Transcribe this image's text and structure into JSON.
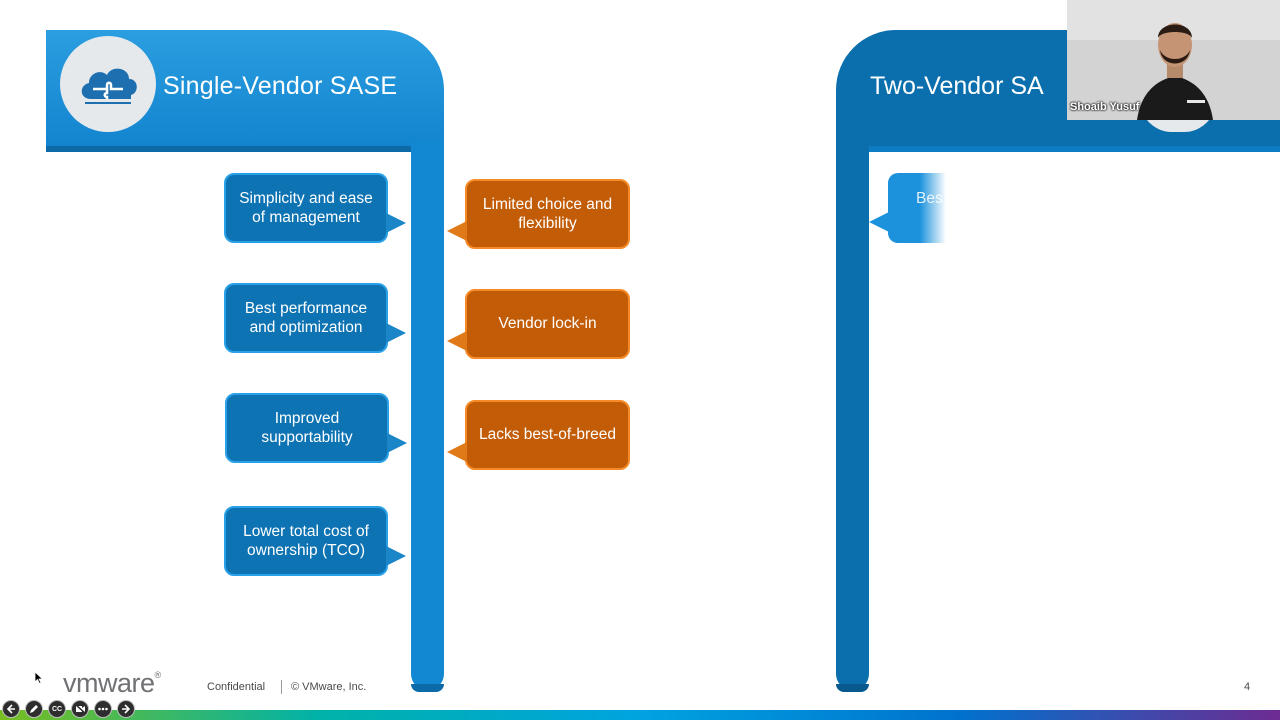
{
  "slide": {
    "left_title": "Single-Vendor SASE",
    "right_title": "Two-Vendor SA",
    "pros": [
      "Simplicity and ease of management",
      "Best performance and optimization",
      "Improved supportability",
      "Lower total cost of ownership (TCO)"
    ],
    "cons": [
      "Limited choice and flexibility",
      "Vendor lock-in",
      "Lacks best-of-breed"
    ],
    "right_partial_box": "Bes"
  },
  "video": {
    "participant_name": "Shoaib Yusuf"
  },
  "footer": {
    "logo": "vmware",
    "logo_mark": "®",
    "confidential": "Confidential",
    "copyright": "© VMware, Inc.",
    "page_number": "4"
  },
  "controls": {
    "icons": [
      "back-icon",
      "pen-icon",
      "captions-icon",
      "camera-off-icon",
      "more-icon",
      "forward-icon"
    ],
    "captions_label": "CC"
  },
  "colors": {
    "blue_primary": "#1388d2",
    "blue_dark": "#0b6fad",
    "orange": "#c25c07",
    "orange_border": "#f58a26"
  }
}
